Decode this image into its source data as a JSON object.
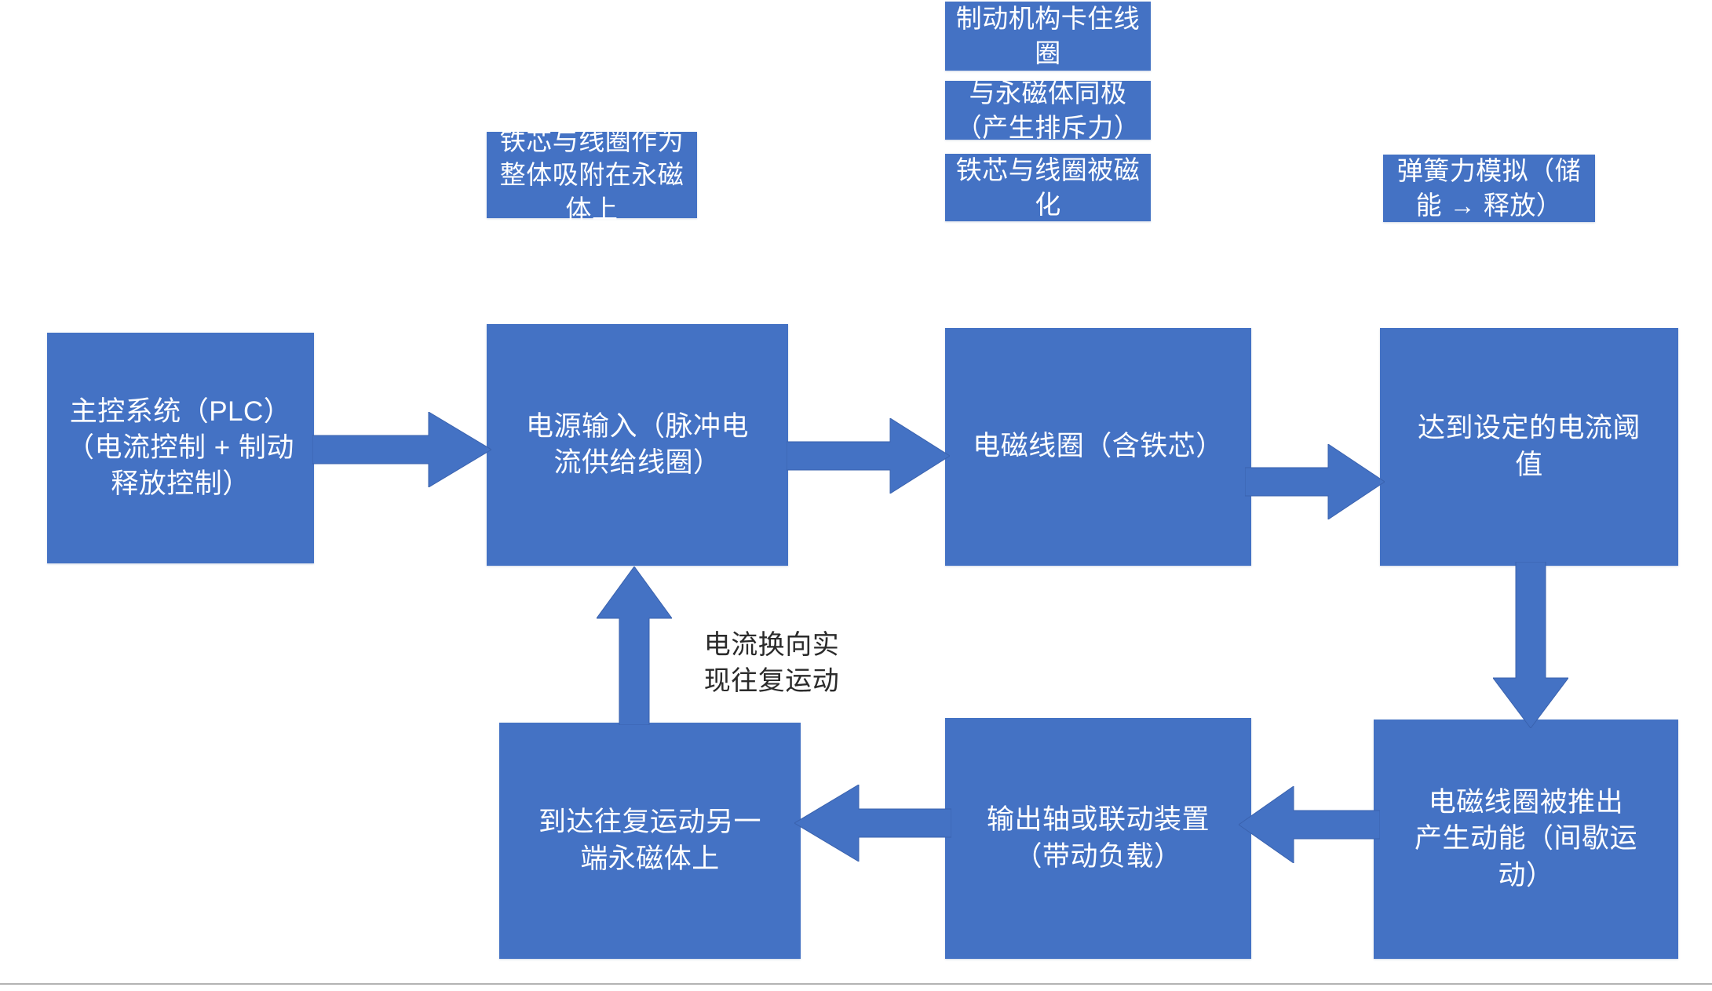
{
  "diagram": {
    "type": "flowchart",
    "accent_color": "#4472C4",
    "background_color": "#ffffff",
    "node_text_color": "#ffffff",
    "caption_text_color": "#2b2b2b"
  },
  "nodes": {
    "plc": "主控系统（PLC）\n（电流控制 + 制动\n释放控制）",
    "power_input": "电源输入（脉冲电\n流供给线圈）",
    "core_coil_attached": "铁芯与线圈作为\n整体吸附在永磁\n体上",
    "brake_locks_coil": "制动机构卡住线\n圈",
    "same_pole_repulsion": "与永磁体同极\n（产生排斥力）",
    "core_coil_magnetized": "铁芯与线圈被磁\n化",
    "electromagnetic_coil": "电磁线圈（含铁芯）",
    "spring_force_sim": "弹簧力模拟（储\n能 → 释放）",
    "current_threshold": "达到设定的电流阈\n值",
    "coil_pushed_out": "电磁线圈被推出\n产生动能（间歇运\n动）",
    "output_shaft": "输出轴或联动装置\n（带动负载）",
    "reach_other_magnet": "到达往复运动另一\n端永磁体上"
  },
  "captions": {
    "current_reversal": "电流换向实\n现往复运动"
  },
  "edges": [
    {
      "name": "plc-to-power-input",
      "direction": "right"
    },
    {
      "name": "power-input-to-coil",
      "direction": "right"
    },
    {
      "name": "coil-to-threshold",
      "direction": "right"
    },
    {
      "name": "threshold-to-pushed-out",
      "direction": "down"
    },
    {
      "name": "pushed-out-to-output-shaft",
      "direction": "left"
    },
    {
      "name": "output-shaft-to-other-magnet",
      "direction": "left"
    },
    {
      "name": "other-magnet-to-power-input",
      "direction": "up"
    }
  ]
}
